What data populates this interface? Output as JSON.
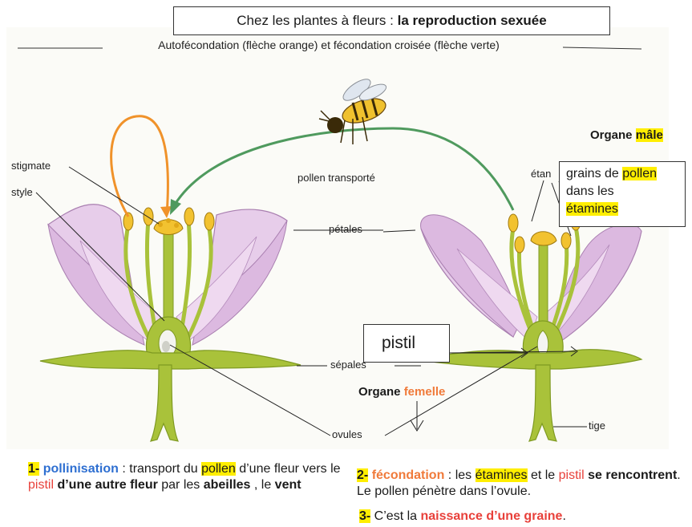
{
  "title": {
    "prefix": "Chez les plantes à fleurs :",
    "bold": "la reproduction sexuée"
  },
  "subtitle": "Autofécondation (flèche orange) et fécondation croisée (flèche verte)",
  "labels": {
    "stigmate": "stigmate",
    "style": "style",
    "pollen_transporte": "pollen transporté",
    "petales": "pétales",
    "sepales": "sépales",
    "ovules": "ovules",
    "tige": "tige",
    "etamines_cut": "étan"
  },
  "organ_male": {
    "prefix": "Organe",
    "word": "mâle"
  },
  "organ_female": {
    "prefix": "Organe",
    "word": "femelle"
  },
  "pollen_box": {
    "line1_prefix": "grains de",
    "line1_word": "pollen",
    "line2": "dans les",
    "line3": "étamines"
  },
  "pistil_box": "pistil",
  "caption1": {
    "num": "1-",
    "term": "pollinisation",
    "t1": " : transport du ",
    "pollen": "pollen",
    "t2": " d’une fleur vers le ",
    "pistil": "pistil",
    "t3": "  d’une autre fleur",
    "t4": " par les ",
    "abeilles": "abeilles",
    "t5": " , le ",
    "vent": "vent"
  },
  "caption2": {
    "num": "2-",
    "term": "fécondation",
    "t1": " : les ",
    "etamines": "étamines",
    "t2": " et le ",
    "pistil": "pistil",
    "se": " se",
    "rencontrent": "rencontrent",
    "t3": ". Le pollen pénètre dans l’ovule."
  },
  "caption3": {
    "num": "3-",
    "t1": " C’est la ",
    "naissance": "naissance d’une graine",
    "t2": "."
  },
  "colors": {
    "petal": "#e7cdea",
    "petal_edge": "#a97fb0",
    "stem": "#a9c23a",
    "stem_dark": "#7f9a22",
    "anther": "#f2c230",
    "self_arrow": "#f0922a",
    "cross_arrow": "#4f9a5e",
    "highlight": "#ffee00"
  }
}
